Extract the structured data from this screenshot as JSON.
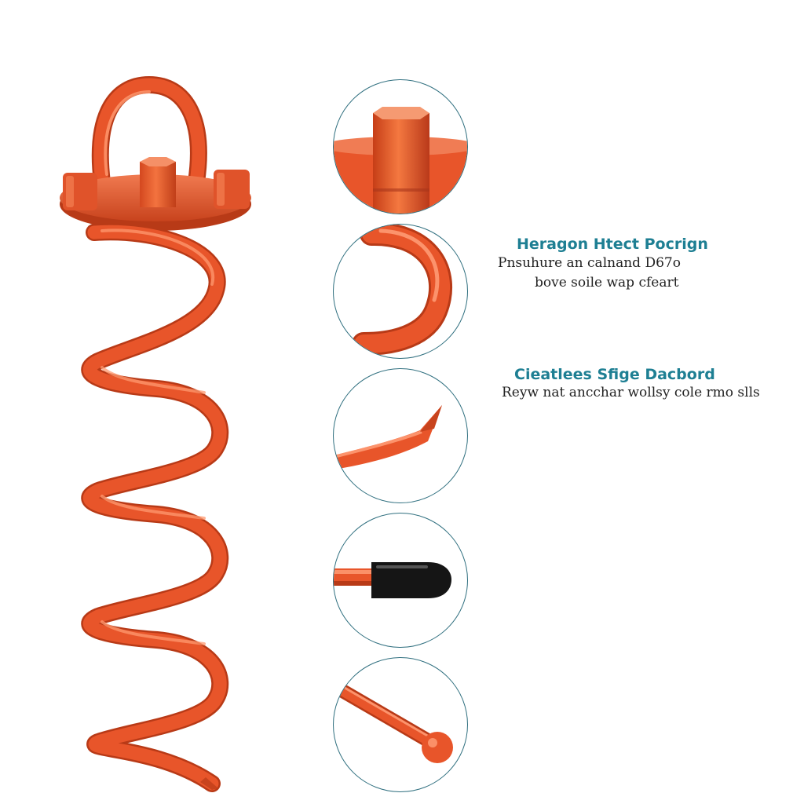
{
  "features": [
    {
      "title": "Heragon Htect Pocrign",
      "lines": [
        "Pnsuhure an calnand D67o",
        "bove soile wap cfeart"
      ]
    },
    {
      "title": "Cieatlees Sfige Dacbord",
      "lines": [
        "Reyw nat ancchar wollsy cole rmo slls"
      ]
    }
  ],
  "colors": {
    "stake_orange": "#e8552a",
    "stake_highlight": "#ff9a70",
    "stake_shadow": "#b83a17",
    "circle_border": "#2f6f7f",
    "title_teal": "#1e7f93",
    "cap_black": "#151515"
  },
  "details": [
    {
      "icon": "hexagon-post-detail-icon"
    },
    {
      "icon": "spiral-curve-detail-icon"
    },
    {
      "icon": "sharp-tip-detail-icon"
    },
    {
      "icon": "rubber-cap-detail-icon"
    },
    {
      "icon": "ball-end-rod-detail-icon"
    }
  ]
}
